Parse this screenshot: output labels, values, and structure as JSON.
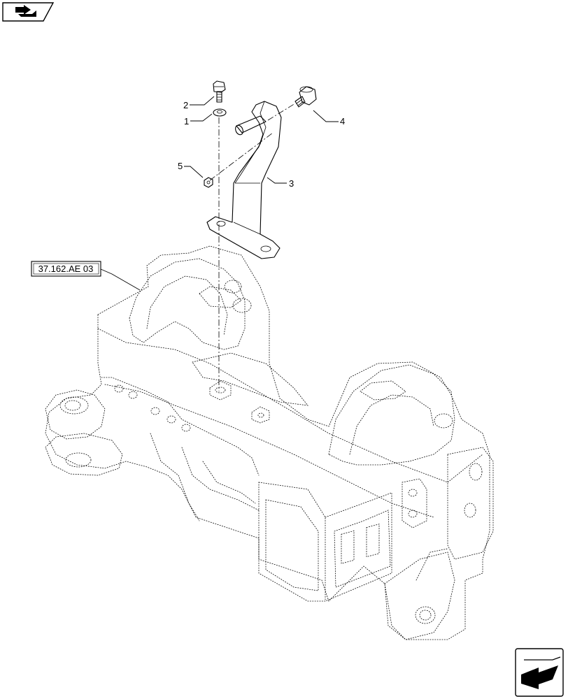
{
  "callouts": {
    "c1": "1",
    "c2": "2",
    "c3": "3",
    "c4": "4",
    "c5": "5"
  },
  "reference": {
    "label": "37.162.AE 03"
  },
  "icons": {
    "top_left": "book-arrow-icon",
    "bottom_right": "next-page-arrow-icon"
  }
}
